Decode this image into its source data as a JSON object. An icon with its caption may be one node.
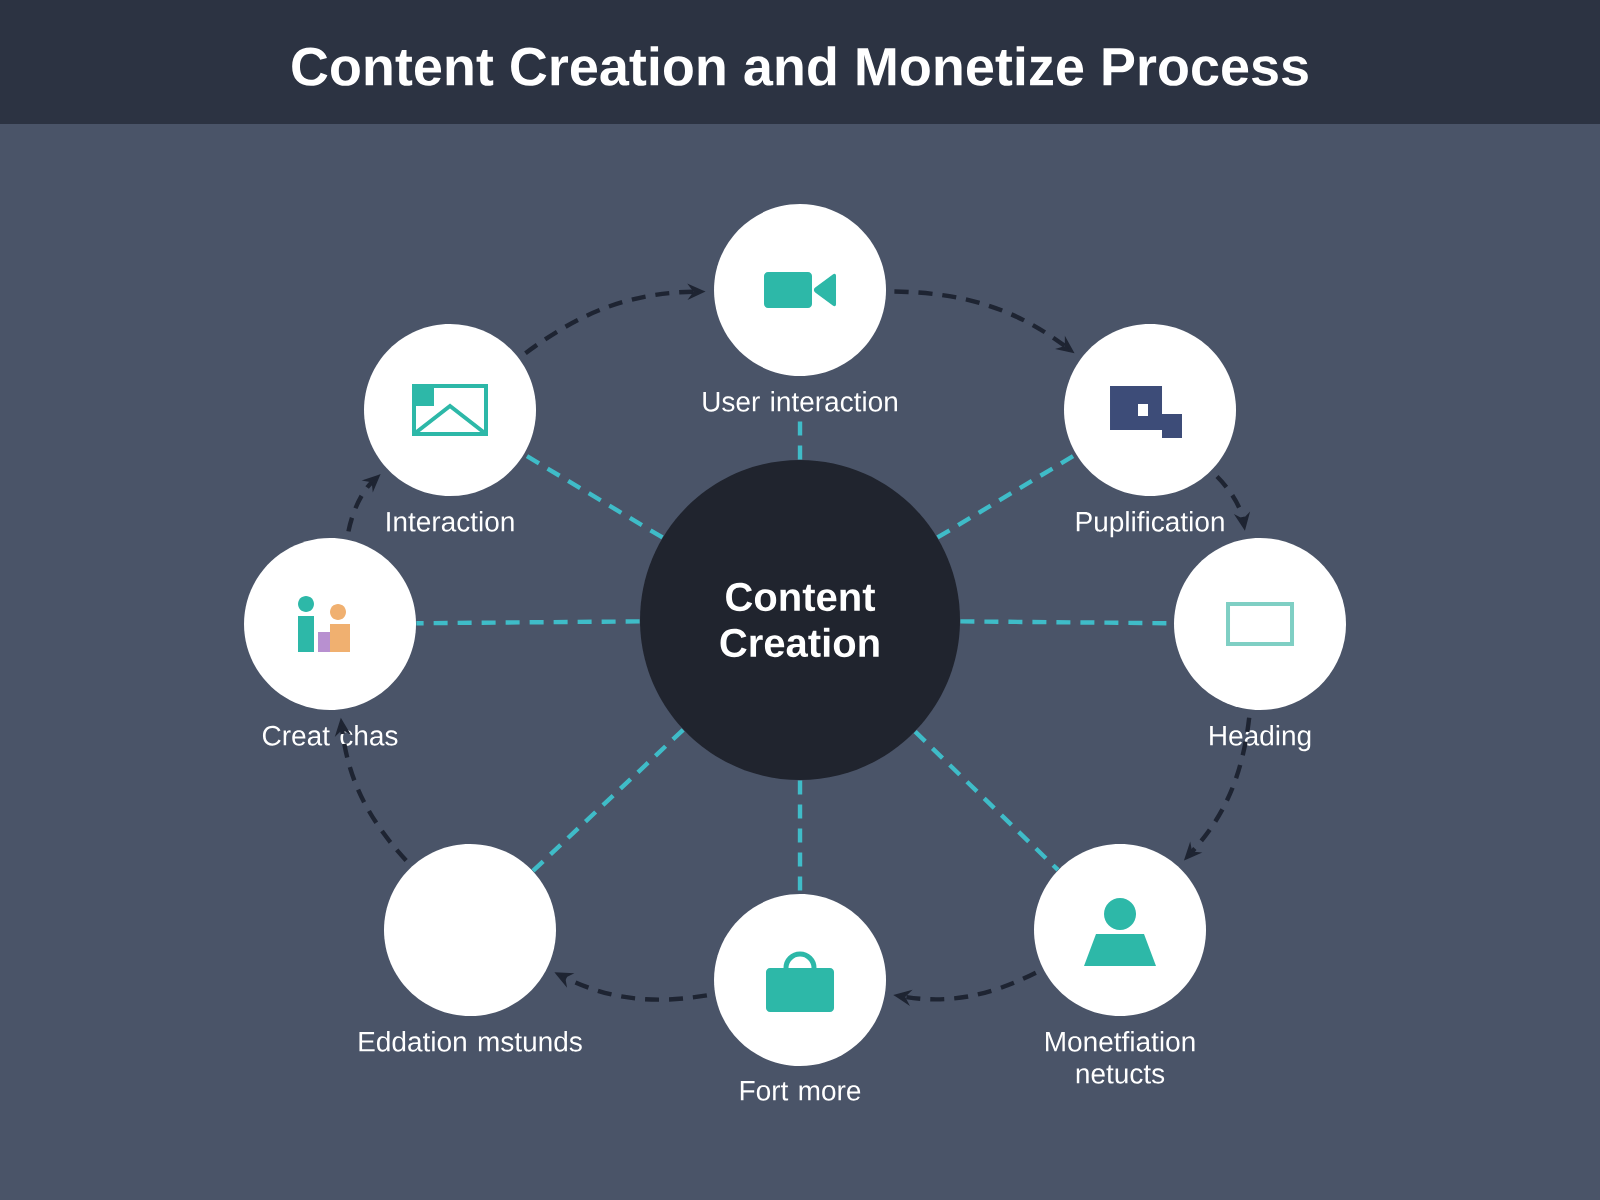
{
  "diagram": {
    "title": "Content Creation and Monetize Process",
    "nodes": [
      {
        "text": [
          "User interaction"
        ]
      },
      {
        "text": [
          "Interaction"
        ]
      },
      {
        "text": [
          "Puplification"
        ]
      },
      {
        "text": [
          "Content Creation"
        ]
      },
      {
        "text": [
          "Creat chas"
        ]
      },
      {
        "text": [
          "Heading"
        ]
      },
      {
        "text": [
          "Eddation mstunds"
        ]
      },
      {
        "text": [
          "Fort more"
        ]
      },
      {
        "text": [
          "Monetfiation netucts"
        ]
      }
    ],
    "edges": [
      {
        "from": 1,
        "to": 0,
        "arrow": "to",
        "style": "dashed"
      },
      {
        "from": 0,
        "to": 2,
        "arrow": "to",
        "style": "dashed"
      },
      {
        "from": 2,
        "to": 5,
        "arrow": "to",
        "style": "dashed"
      },
      {
        "from": 5,
        "to": 8,
        "arrow": "to",
        "style": "dashed"
      },
      {
        "from": 8,
        "to": 7,
        "arrow": "to",
        "style": "dashed"
      },
      {
        "from": 7,
        "to": 6,
        "arrow": "to",
        "style": "dashed"
      },
      {
        "from": 6,
        "to": 4,
        "arrow": "to",
        "style": "dashed"
      },
      {
        "from": 4,
        "to": 1,
        "arrow": "to",
        "style": "dashed"
      },
      {
        "from": 3,
        "to": 0,
        "arrow": "none",
        "style": "dashed",
        "color": "#3fbcc8"
      },
      {
        "from": 3,
        "to": 2,
        "arrow": "none",
        "style": "dashed",
        "color": "#3fbcc8"
      },
      {
        "from": 3,
        "to": 5,
        "arrow": "none",
        "style": "dashed",
        "color": "#3fbcc8"
      },
      {
        "from": 3,
        "to": 8,
        "arrow": "none",
        "style": "dashed",
        "color": "#3fbcc8"
      },
      {
        "from": 3,
        "to": 7,
        "arrow": "none",
        "style": "dashed",
        "color": "#3fbcc8"
      },
      {
        "from": 3,
        "to": 6,
        "arrow": "none",
        "style": "dashed",
        "color": "#3fbcc8"
      },
      {
        "from": 3,
        "to": 4,
        "arrow": "none",
        "style": "dashed",
        "color": "#3fbcc8"
      },
      {
        "from": 3,
        "to": 1,
        "arrow": "none",
        "style": "dashed",
        "color": "#3fbcc8"
      }
    ]
  }
}
